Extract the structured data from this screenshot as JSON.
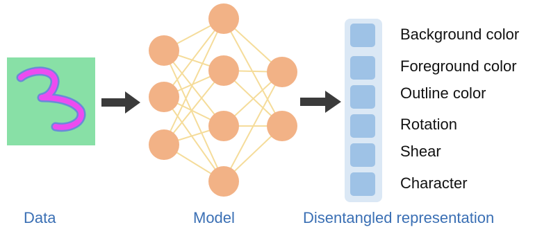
{
  "labels": {
    "data": "Data",
    "model": "Model",
    "representation": "Disentangled representation"
  },
  "digit": "3",
  "features": [
    "Background color",
    "Foreground color",
    "Outline color",
    "Rotation",
    "Shear",
    "Character"
  ],
  "network": {
    "layer_sizes": [
      3,
      4,
      2
    ]
  },
  "colors": {
    "data_background": "#88e0a6",
    "digit_fill": "#ec4cf0",
    "digit_outline": "#6a8ad8",
    "neuron": "#f2b286",
    "connection": "#f5dc9a",
    "arrow": "#3b3b3b",
    "vector_bar": "#dbe8f5",
    "vector_cell": "#9ec2e6",
    "section_label": "#3a6fb4",
    "feature_label": "#111111"
  }
}
